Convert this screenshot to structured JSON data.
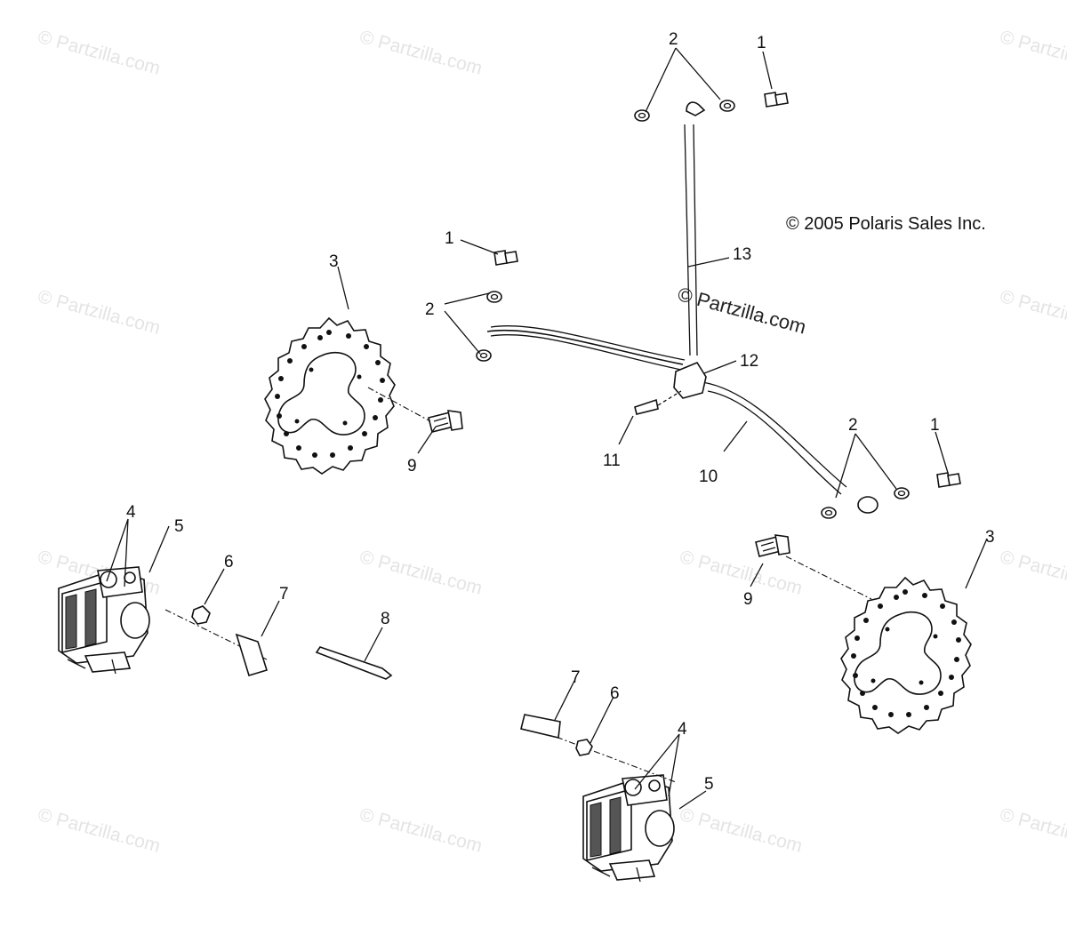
{
  "copyright": "© 2005 Polaris Sales Inc.",
  "watermark": "© Partzilla.com",
  "callouts": [
    {
      "id": "c2-top",
      "text": "2"
    },
    {
      "id": "c1-top",
      "text": "1"
    },
    {
      "id": "c13",
      "text": "13"
    },
    {
      "id": "c1-left",
      "text": "1"
    },
    {
      "id": "c2-left",
      "text": "2"
    },
    {
      "id": "c3-left",
      "text": "3"
    },
    {
      "id": "c12",
      "text": "12"
    },
    {
      "id": "c9-left",
      "text": "9"
    },
    {
      "id": "c11",
      "text": "11"
    },
    {
      "id": "c10",
      "text": "10"
    },
    {
      "id": "c2-right",
      "text": "2"
    },
    {
      "id": "c1-right",
      "text": "1"
    },
    {
      "id": "c4-left",
      "text": "4"
    },
    {
      "id": "c5-left",
      "text": "5"
    },
    {
      "id": "c6-left",
      "text": "6"
    },
    {
      "id": "c7-left",
      "text": "7"
    },
    {
      "id": "c8",
      "text": "8"
    },
    {
      "id": "c3-right",
      "text": "3"
    },
    {
      "id": "c9-right",
      "text": "9"
    },
    {
      "id": "c7-bottom",
      "text": "7"
    },
    {
      "id": "c6-bottom",
      "text": "6"
    },
    {
      "id": "c4-bottom",
      "text": "4"
    },
    {
      "id": "c5-bottom",
      "text": "5"
    }
  ]
}
